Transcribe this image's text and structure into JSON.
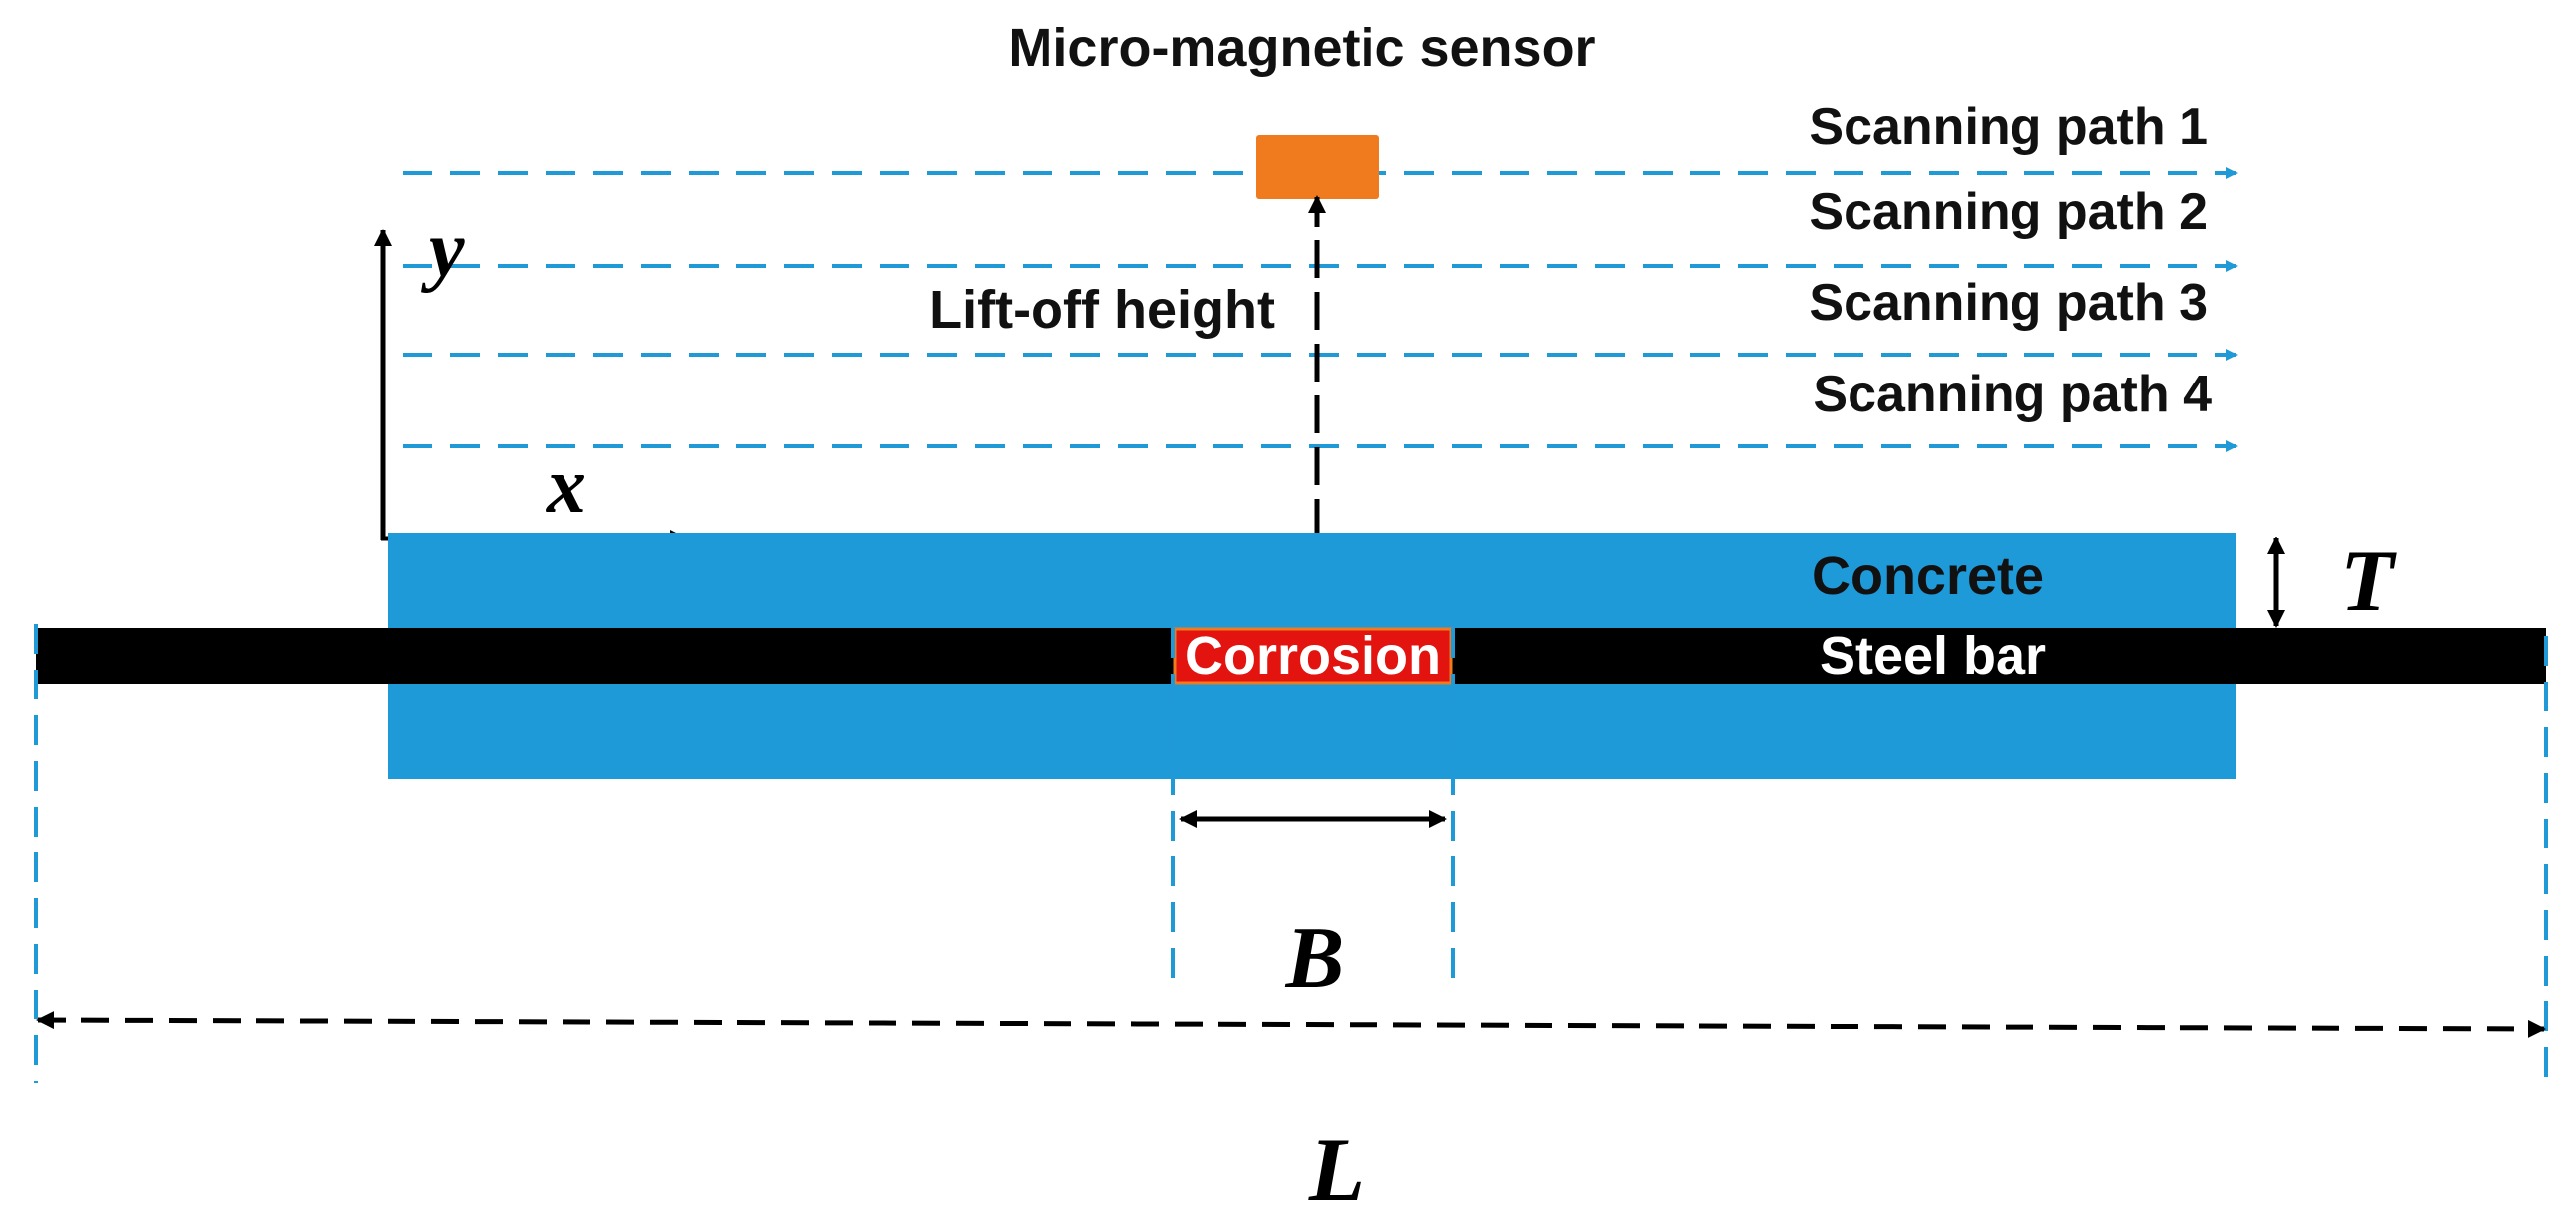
{
  "labels": {
    "sensor": "Micro-magnetic sensor",
    "lift_off": "Lift-off height",
    "concrete": "Concrete",
    "steel_bar": "Steel bar",
    "corrosion": "Corrosion"
  },
  "scan_paths": [
    {
      "label": "Scanning path 1"
    },
    {
      "label": "Scanning path 2"
    },
    {
      "label": "Scanning path 3"
    },
    {
      "label": "Scanning path 4"
    }
  ],
  "axes": {
    "x_label": "x",
    "y_label": "y"
  },
  "dimensions": {
    "thickness": "T",
    "corrosion_width": "B",
    "bar_length": "L"
  },
  "colors": {
    "concrete": "#1E9AD8",
    "steel": "#000000",
    "corrosion": "#E3130F",
    "sensor": "#F07A1E",
    "scan_line": "#1F9AD6",
    "dim_line": "#000000"
  }
}
